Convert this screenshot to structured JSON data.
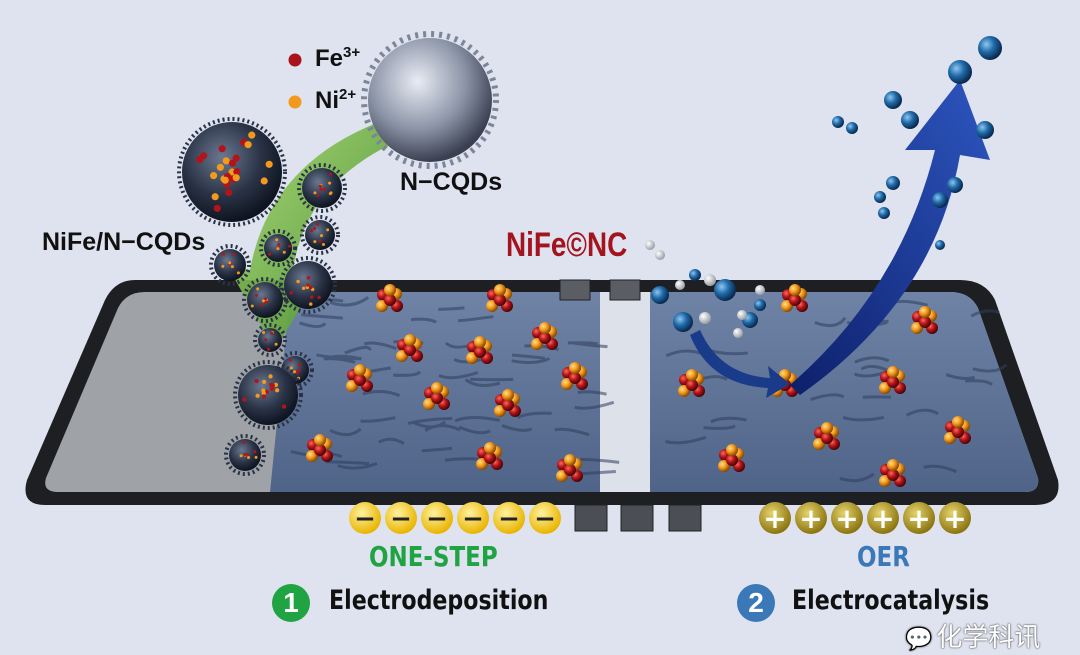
{
  "legend": {
    "fe": {
      "symbol": "Fe",
      "charge": "3+",
      "color": "#8b1010"
    },
    "ni": {
      "symbol": "Ni",
      "charge": "2+",
      "color": "#f39a1e"
    }
  },
  "labels": {
    "ncqds": "N−CQDs",
    "nife_ncqds": "NiFe/N−CQDs",
    "product": "NiFe©NC"
  },
  "steps": [
    {
      "number": "1",
      "tag": "ONE-STEP",
      "name": "Electrodeposition",
      "color": "#1fa343"
    },
    {
      "number": "2",
      "tag": "OER",
      "name": "Electrocatalysis",
      "color": "#3a78b8"
    }
  ],
  "electrode": {
    "negative_sign": "−",
    "positive_sign": "+"
  },
  "watermark": "化学科讯"
}
